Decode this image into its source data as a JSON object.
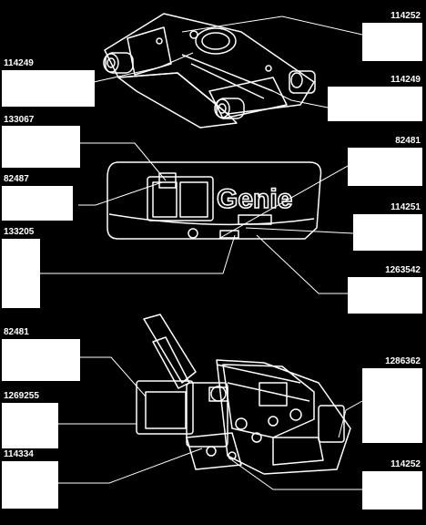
{
  "callouts": [
    {
      "part_number": "114252"
    },
    {
      "part_number": "114249"
    },
    {
      "part_number": "114249"
    },
    {
      "part_number": "133067"
    },
    {
      "part_number": "82481"
    },
    {
      "part_number": "82487"
    },
    {
      "part_number": "114251"
    },
    {
      "part_number": "133205"
    },
    {
      "part_number": "1263542"
    },
    {
      "part_number": "82481"
    },
    {
      "part_number": "1286362"
    },
    {
      "part_number": "1269255"
    },
    {
      "part_number": "114334"
    },
    {
      "part_number": "114252"
    }
  ],
  "illustration": {
    "brand_logo_text": "Genie"
  }
}
